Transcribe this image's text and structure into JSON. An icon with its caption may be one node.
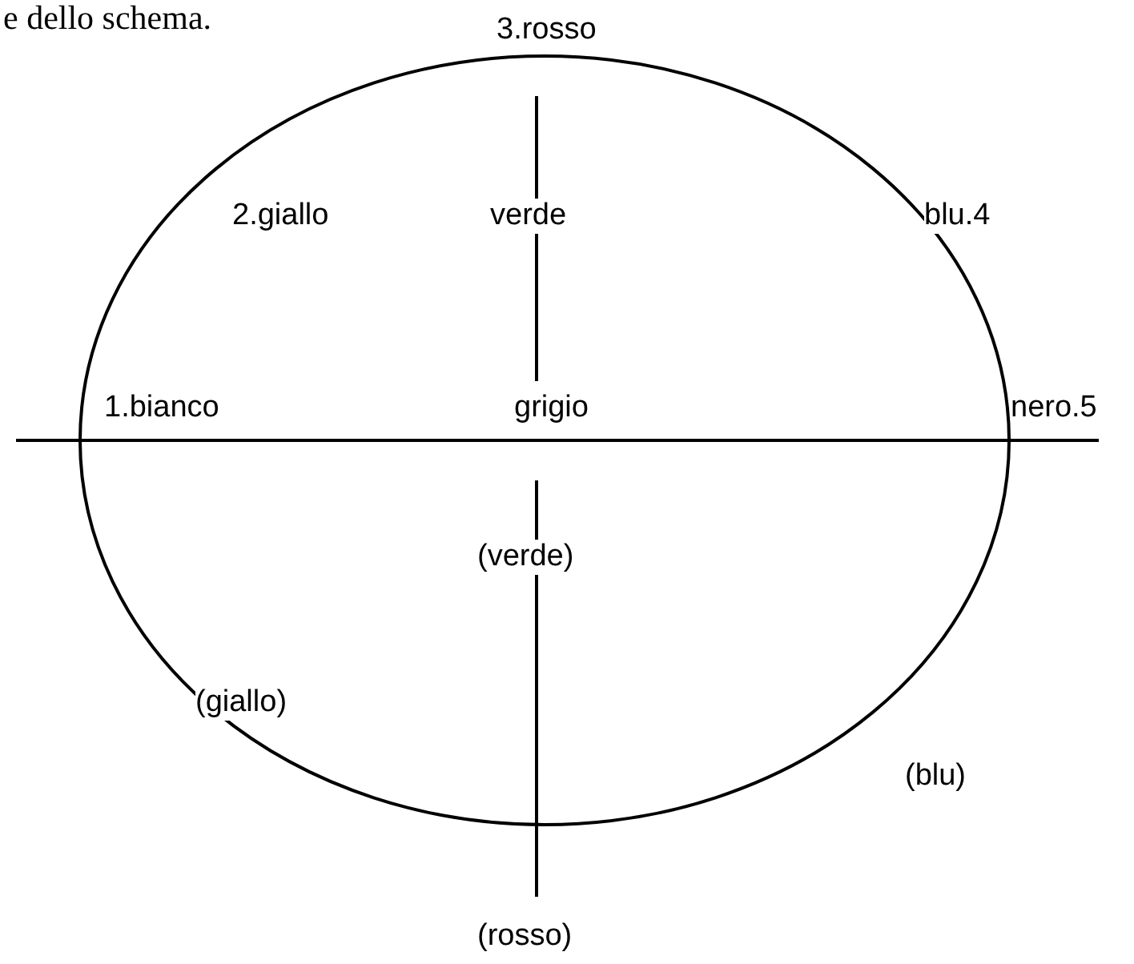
{
  "diagram": {
    "labels": [
      "e dello schema.",
      "3.rosso",
      "2.giallo",
      "verde",
      "blu.4",
      "1.bianco",
      "grigio",
      "nero.5",
      "(verde)",
      "(giallo)",
      "(blu)",
      "(rosso)"
    ]
  }
}
